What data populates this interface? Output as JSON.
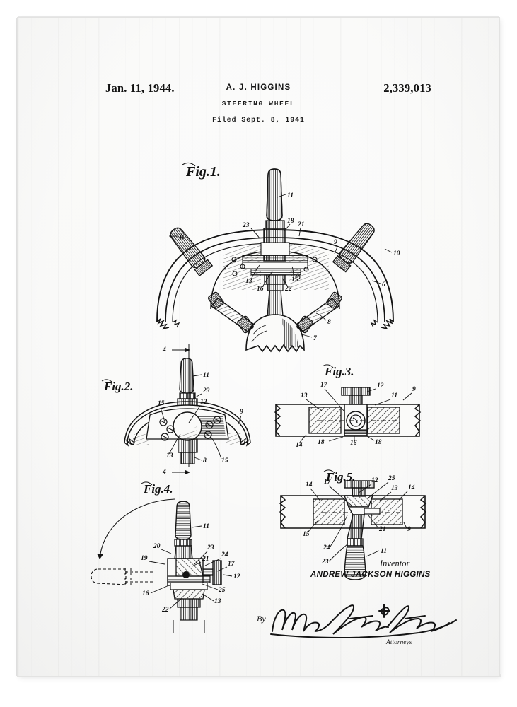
{
  "poster": {
    "frame_color": "#ffffff",
    "paper_color": "#fafaf9",
    "ink_color": "#141414"
  },
  "header": {
    "date": "Jan. 11, 1944.",
    "inventor_initials": "A. J. HIGGINS",
    "title": "STEERING WHEEL",
    "filed": "Filed Sept. 8, 1941",
    "patent_number": "2,339,013"
  },
  "figures": [
    {
      "id": "fig1",
      "caption": "Fig.1.",
      "description": "Front elevation of ship steering wheel with spokes and handles",
      "refs": [
        "11",
        "23",
        "18",
        "21",
        "10",
        "10",
        "9",
        "6",
        "13",
        "16",
        "22",
        "15",
        "8",
        "7"
      ]
    },
    {
      "id": "fig2",
      "caption": "Fig.2.",
      "description": "Enlarged front view of wheel rim section with hub fitting",
      "refs": [
        "4",
        "11",
        "23",
        "12",
        "15",
        "9",
        "13",
        "8",
        "15",
        "4"
      ]
    },
    {
      "id": "fig3",
      "caption": "Fig.3.",
      "description": "Sectional view taken on line 4-4",
      "refs": [
        "17",
        "12",
        "13",
        "11",
        "9",
        "14",
        "18",
        "16",
        "18"
      ]
    },
    {
      "id": "fig4",
      "caption": "Fig.4.",
      "description": "Detail of handle pivot assembly showing folded position in dashed lines",
      "refs": [
        "11",
        "23",
        "20",
        "21",
        "19",
        "24",
        "17",
        "12",
        "16",
        "25",
        "22",
        "13"
      ]
    },
    {
      "id": "fig5",
      "caption": "Fig.5.",
      "description": "Sectional view of locking mechanism through the rim",
      "refs": [
        "17",
        "12",
        "25",
        "13",
        "14",
        "14",
        "15",
        "24",
        "23",
        "21",
        "9",
        "11"
      ]
    }
  ],
  "signature": {
    "inventor_label": "Inventor",
    "inventor_name": "ANDREW JACKSON HIGGINS",
    "by_label": "By",
    "attorney_signature": "Mason Fenwick & Lawrence",
    "attorneys_label": "Attorneys"
  }
}
